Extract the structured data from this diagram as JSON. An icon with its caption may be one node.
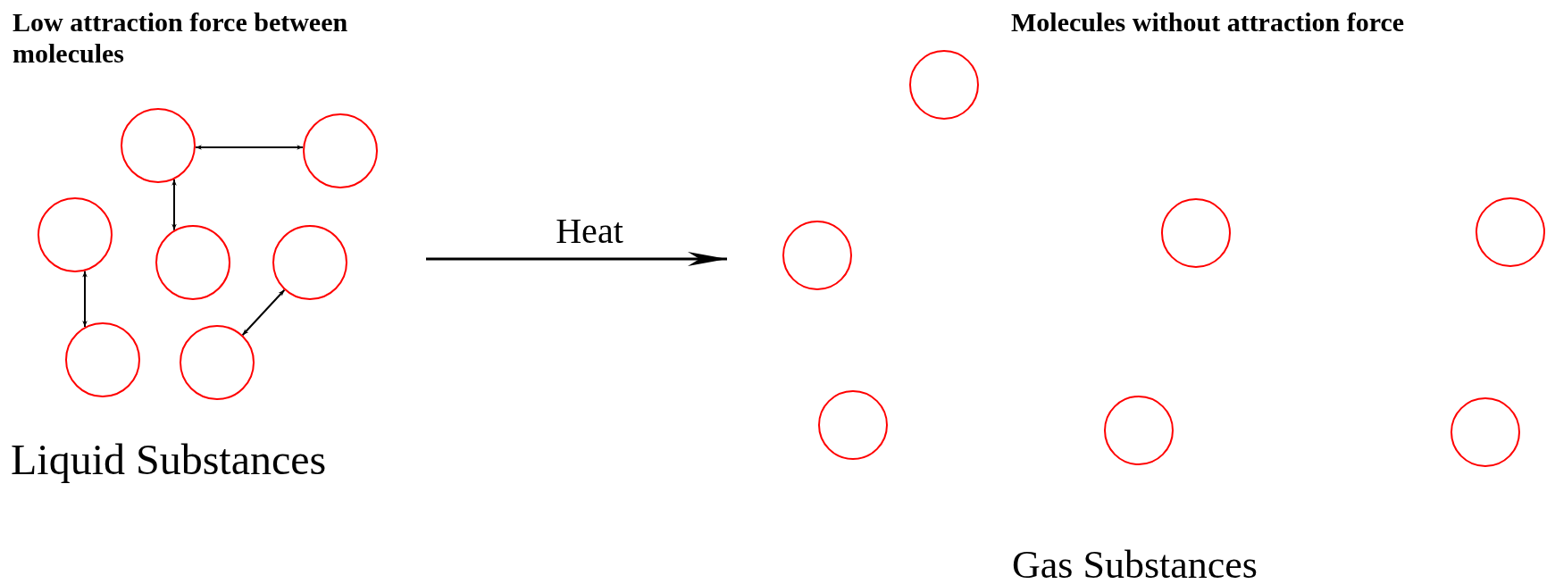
{
  "diagram": {
    "nodes": [
      {
        "text": [],
        "shape": "circle"
      },
      {
        "text": [],
        "shape": "circle"
      },
      {
        "text": [],
        "shape": "circle"
      },
      {
        "text": [],
        "shape": "circle"
      },
      {
        "text": [],
        "shape": "circle"
      },
      {
        "text": [],
        "shape": "circle"
      },
      {
        "text": [],
        "shape": "circle"
      },
      {
        "text": [],
        "shape": "circle"
      },
      {
        "text": [],
        "shape": "circle"
      },
      {
        "text": [],
        "shape": "circle"
      },
      {
        "text": [],
        "shape": "circle"
      },
      {
        "text": [],
        "shape": "circle"
      },
      {
        "text": [],
        "shape": "circle"
      },
      {
        "text": [],
        "shape": "circle"
      }
    ],
    "edges": [
      {
        "from": 0,
        "to": 1,
        "arrow": "both"
      },
      {
        "from": 0,
        "to": 3,
        "arrow": "both"
      },
      {
        "from": 2,
        "to": 5,
        "arrow": "both"
      },
      {
        "from": 6,
        "to": 4,
        "arrow": "both"
      }
    ],
    "labels": [
      "Low attraction force between molecules",
      "Molecules without attraction force",
      "Heat",
      "Liquid Substances",
      "Gas Substances"
    ]
  }
}
